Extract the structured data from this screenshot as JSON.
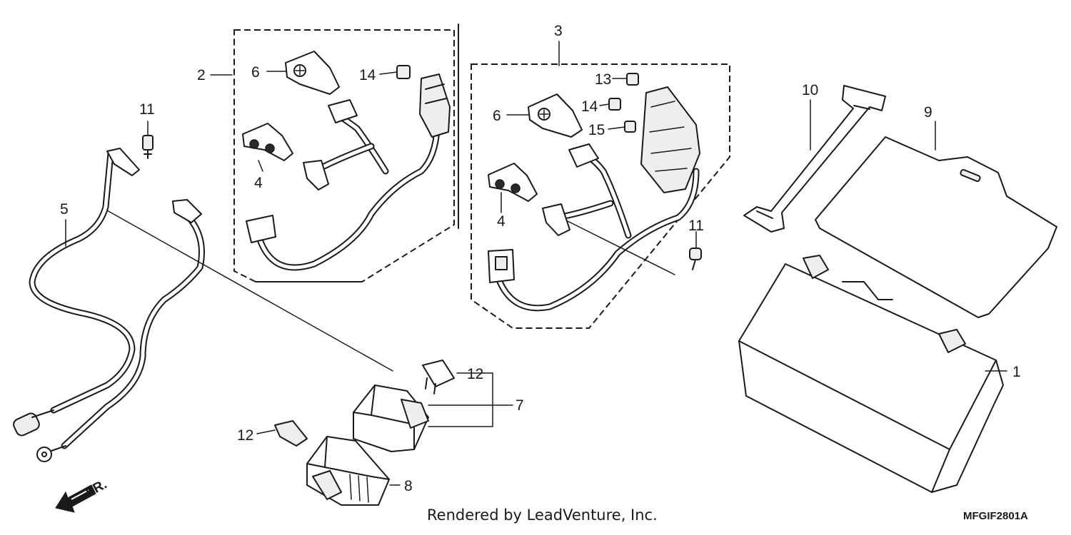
{
  "callouts": {
    "p1": "1",
    "p2": "2",
    "p3": "3",
    "p4a": "4",
    "p4b": "4",
    "p5": "5",
    "p6a": "6",
    "p6b": "6",
    "p7": "7",
    "p8": "8",
    "p9": "9",
    "p10": "10",
    "p11a": "11",
    "p11b": "11",
    "p12a": "12",
    "p12b": "12",
    "p13": "13",
    "p14a": "14",
    "p14b": "14",
    "p15": "15"
  },
  "direction_label": "FR.",
  "credit": "Rendered by LeadVenture, Inc.",
  "diagram_code": "MFGIF2801A"
}
